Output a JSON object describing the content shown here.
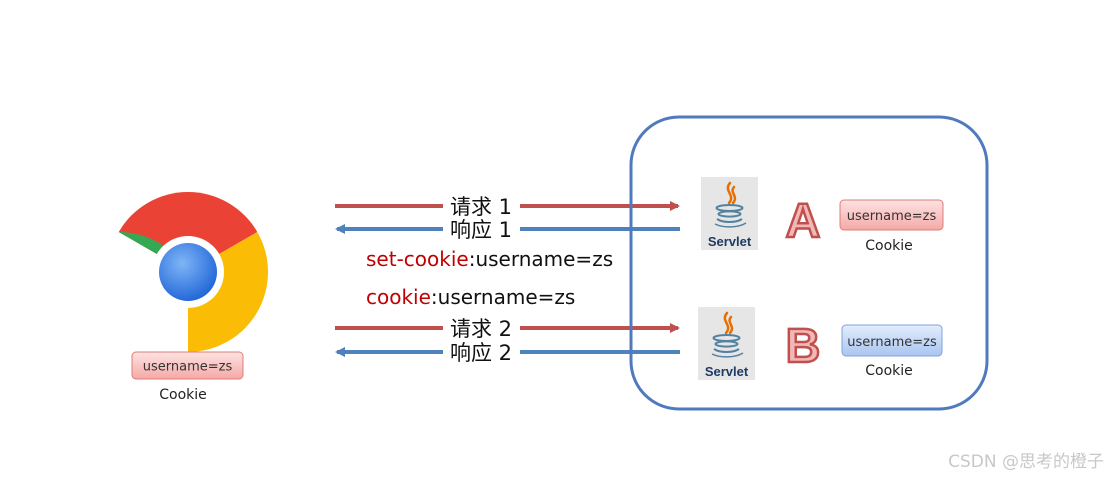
{
  "colors": {
    "request_arrow": "#C0504D",
    "response_arrow": "#4F81BD",
    "server_box_border": "#4F7BBE",
    "cookie_red_fill": "#F9C7C6",
    "cookie_blue_fill": "#C6D9F7",
    "accent_red": "#C00000",
    "letter_fill": "#F2B8B8",
    "letter_stroke": "#C0504D"
  },
  "browser": {
    "icon": "chrome-browser-icon",
    "cookie_value": "username=zs",
    "cookie_caption": "Cookie"
  },
  "exchange_1": {
    "request_label": "请求 1",
    "response_label": "响应 1",
    "set_cookie_keyword": "set-cookie",
    "set_cookie_value": ":username=zs"
  },
  "exchange_2": {
    "cookie_keyword": "cookie",
    "cookie_value": ":username=zs",
    "request_label": "请求 2",
    "response_label": "响应 2"
  },
  "server": {
    "servlet_a": {
      "icon": "java-servlet-icon",
      "icon_label": "Servlet",
      "letter": "A",
      "cookie_value": "username=zs",
      "cookie_caption": "Cookie"
    },
    "servlet_b": {
      "icon": "java-servlet-icon",
      "icon_label": "Servlet",
      "letter": "B",
      "cookie_value": "username=zs",
      "cookie_caption": "Cookie"
    }
  },
  "watermark": "CSDN @思考的橙子"
}
